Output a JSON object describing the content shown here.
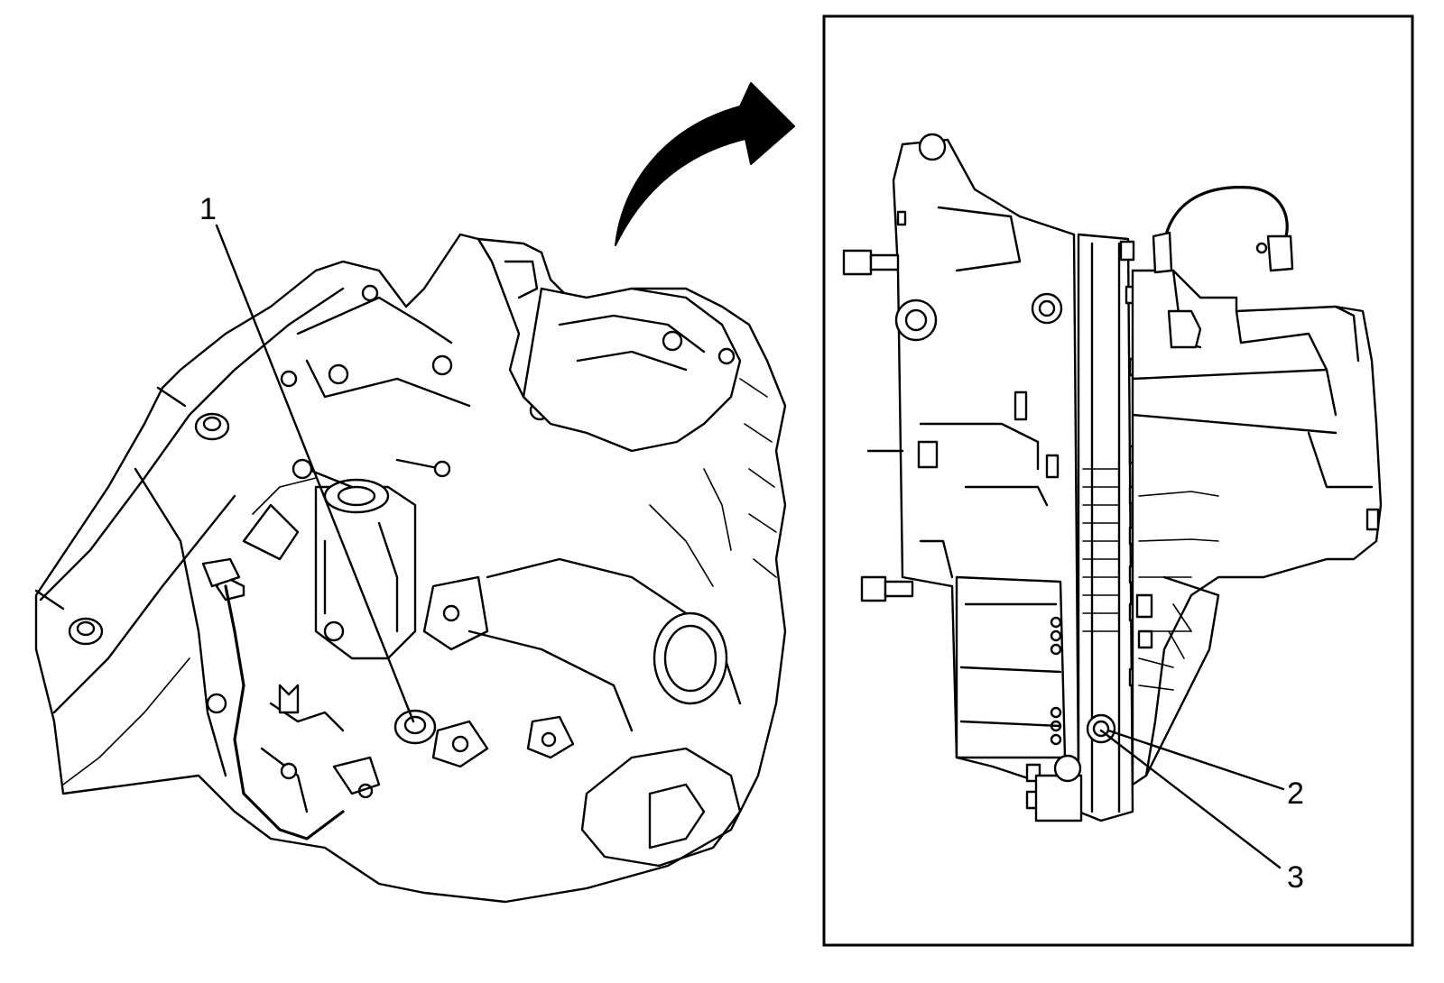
{
  "callouts": [
    {
      "id": "1",
      "label": "1"
    },
    {
      "id": "2",
      "label": "2"
    },
    {
      "id": "3",
      "label": "3"
    }
  ],
  "colors": {
    "line": "#000000",
    "background": "#ffffff"
  },
  "icons": {
    "rotation_arrow": "curved-arrow-icon"
  }
}
